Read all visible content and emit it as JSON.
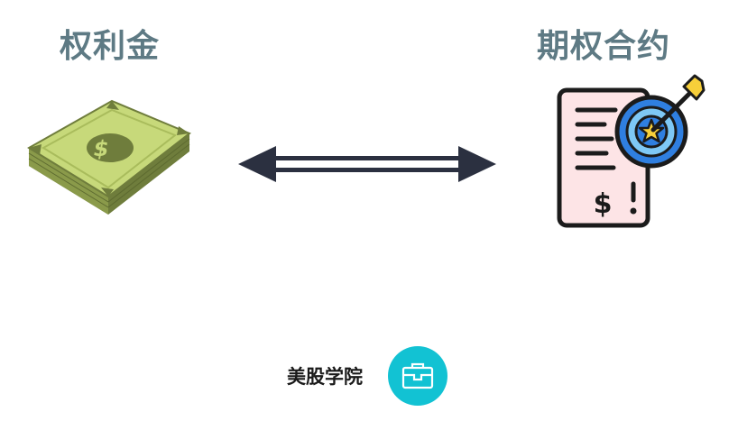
{
  "left_label": "权利金",
  "right_label": "期权合约",
  "brand": {
    "name": "美股学院"
  },
  "icons": {
    "left": "money-stack-icon",
    "center": "double-arrow-icon",
    "right": "contract-target-icon",
    "brand": "briefcase-icon"
  },
  "colors": {
    "title": "#5e7a84",
    "money_green": "#c7d97a",
    "money_dark": "#6f7d3c",
    "arrow": "#2b3040",
    "contract_bg": "#fde4e6",
    "target_blue": "#2f7fe0",
    "star": "#f7cf3a",
    "brand_badge": "#12c2d3"
  }
}
